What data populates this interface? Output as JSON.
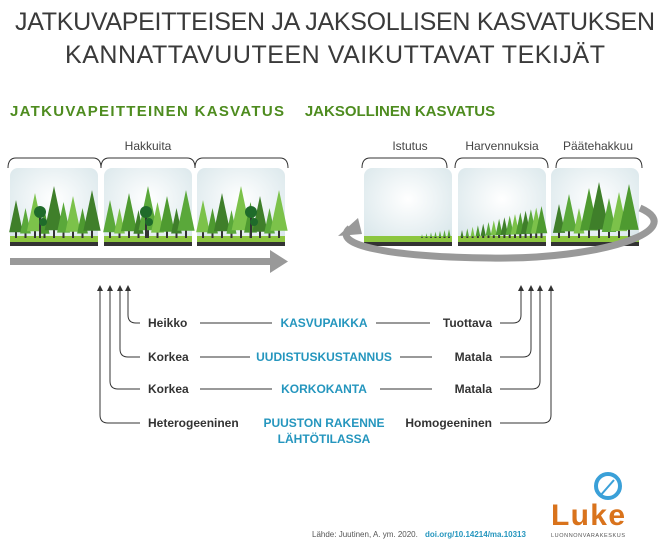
{
  "title": {
    "line1": "JATKUVAPEITTEISEN JA JAKSOLLISEN KASVATUKSEN",
    "line2": "KANNATTAVUUTEEN VAIKUTTAVAT TEKIJÄT"
  },
  "left": {
    "heading": "JATKUVAPEITTEINEN KASVATUS",
    "stage": "Hakkuita"
  },
  "right": {
    "heading": "JAKSOLLINEN KASVATUS",
    "stages": [
      "Istutus",
      "Harvennuksia",
      "Päätehakkuu"
    ]
  },
  "factors": [
    {
      "left": "Heikko",
      "name": "KASVUPAIKKA",
      "right": "Tuottava"
    },
    {
      "left": "Korkea",
      "name": "UUDISTUSKUSTANNUS",
      "right": "Matala"
    },
    {
      "left": "Korkea",
      "name": "KORKOKANTA",
      "right": "Matala"
    },
    {
      "left": "Heterogeeninen",
      "name": "PUUSTON RAKENNE",
      "name2": "LÄHTÖTILASSA",
      "right": "Homogeeninen"
    }
  ],
  "source": {
    "text": "Lähde: Juutinen, A. ym. 2020.",
    "doi": "doi.org/10.14214/ma.10313"
  },
  "logo": {
    "name": "Luke",
    "sub": "LUONNONVARAKESKUS"
  },
  "colors": {
    "heading": "#4e8c1f",
    "factor": "#2596be",
    "logo": "#d9731c",
    "logo_leaf": "#3aa0d8",
    "arrow": "#999999"
  }
}
